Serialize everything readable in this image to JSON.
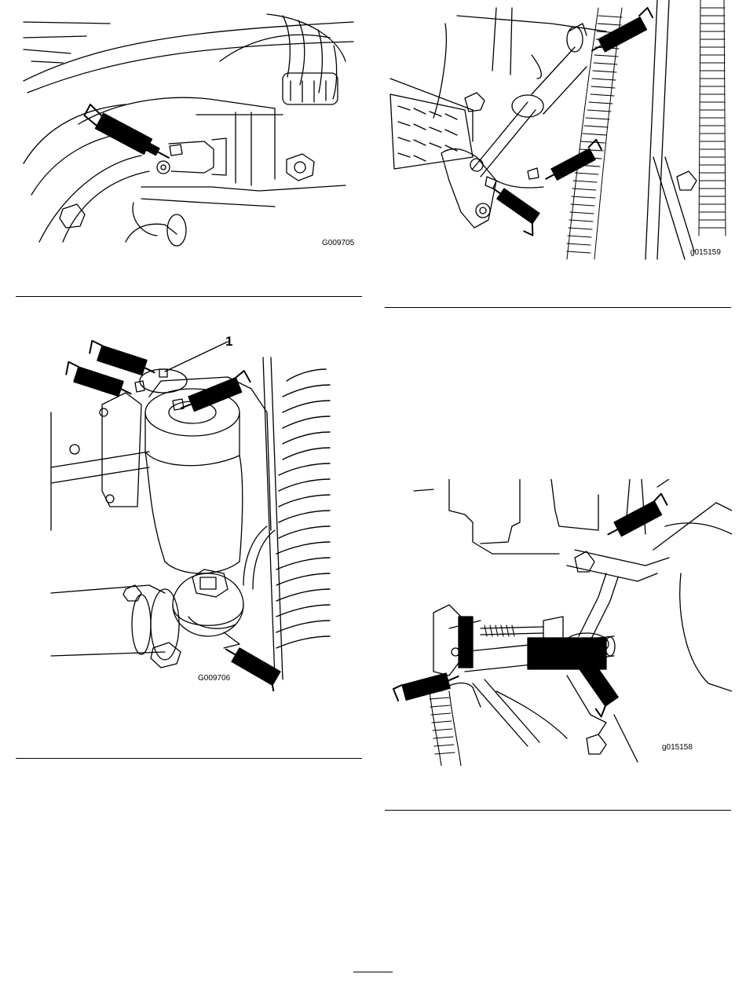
{
  "figures": [
    {
      "id_label": "G009705",
      "subject": "grease fitting on hydraulic fitting",
      "callouts": []
    },
    {
      "id_label": "g015159",
      "subject": "grease fittings on steering cylinder and pivot",
      "callouts": []
    },
    {
      "id_label": "G009706",
      "subject": "grease fittings on steering gearbox",
      "callouts": [
        "1"
      ]
    },
    {
      "id_label": "g015158",
      "subject": "grease fittings on axle linkage",
      "callouts": []
    }
  ],
  "footer": {
    "page_number": ""
  }
}
